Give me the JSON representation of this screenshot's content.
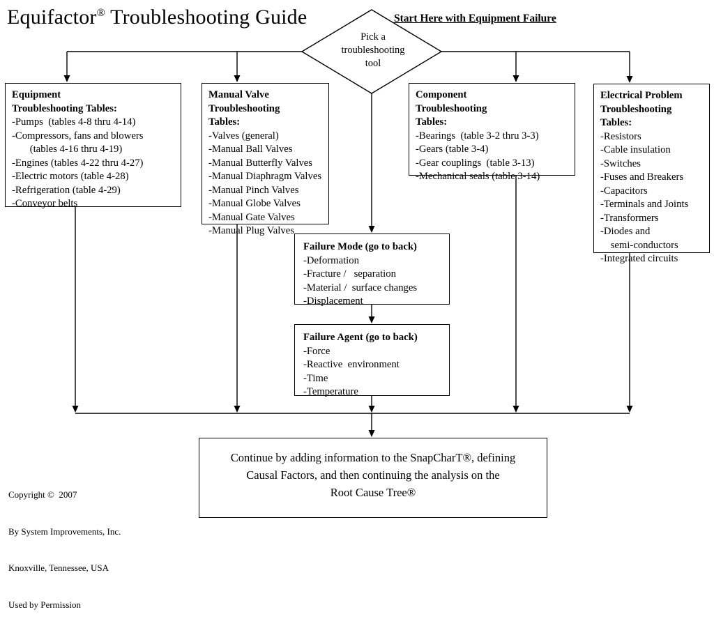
{
  "header": {
    "title_main": "Equifactor",
    "title_reg": "®",
    "title_rest": " Troubleshooting Guide",
    "start_label": "Start Here with Equipment Failure"
  },
  "decision": {
    "line1": "Pick a",
    "line2": "troubleshooting",
    "line3": "tool"
  },
  "boxes": [
    {
      "name": "equipment",
      "header_lines": [
        "Equipment",
        "Troubleshooting Tables:"
      ],
      "items": [
        "-Pumps  (tables 4-8 thru 4-14)",
        "-Compressors, fans and blowers",
        "       (tables 4-16 thru 4-19)",
        "-Engines (tables 4-22 thru 4-27)",
        "",
        "-Electric motors (table 4-28)",
        "-Refrigeration (table 4-29)",
        "-Conveyor belts"
      ]
    },
    {
      "name": "manual-valve",
      "header_lines": [
        "Manual Valve",
        "Troubleshooting",
        "Tables:"
      ],
      "items": [
        "-Valves (general)",
        "-Manual Ball Valves",
        "-Manual Butterfly Valves",
        "-Manual Diaphragm Valves",
        "-Manual Pinch Valves",
        "-Manual Globe Valves",
        "-Manual Gate Valves",
        "-Manual Plug Valves"
      ]
    },
    {
      "name": "component",
      "header_lines": [
        "Component",
        "Troubleshooting",
        "Tables:"
      ],
      "items": [
        "-Bearings  (table 3-2 thru 3-3)",
        "-Gears (table 3-4)",
        "-Gear couplings  (table 3-13)",
        "-Mechanical seals (table 3-14)"
      ]
    },
    {
      "name": "electrical-problem",
      "header_lines": [
        "Electrical Problem",
        "Troubleshooting",
        "Tables:"
      ],
      "items": [
        "-Resistors",
        "-Cable insulation",
        "-Switches",
        "-Fuses and Breakers",
        "-Capacitors",
        "-Terminals and Joints",
        "-Transformers",
        "-Diodes and",
        "    semi-conductors",
        "-Integrated circuits"
      ]
    }
  ],
  "failure_mode": {
    "header": "Failure Mode (go to back)",
    "items": [
      "-Deformation",
      "-Fracture /   separation",
      "-Material /  surface changes",
      "-Displacement"
    ]
  },
  "failure_agent": {
    "header": "Failure Agent (go to back)",
    "items": [
      "-Force",
      "-Reactive  environment",
      "-Time",
      "-Temperature"
    ]
  },
  "conclusion": {
    "line1": "Continue by adding information to the SnapCharT®, defining",
    "line2": "Causal Factors, and then continuing the analysis on the",
    "line3": "Root Cause Tree®"
  },
  "copyright": {
    "line1": "Copyright ©  2007",
    "line2": "By System Improvements, Inc.",
    "line3": "Knoxville, Tennessee, USA",
    "line4": "Used by Permission"
  },
  "colors": {
    "stroke": "#000000",
    "background": "#ffffff"
  }
}
